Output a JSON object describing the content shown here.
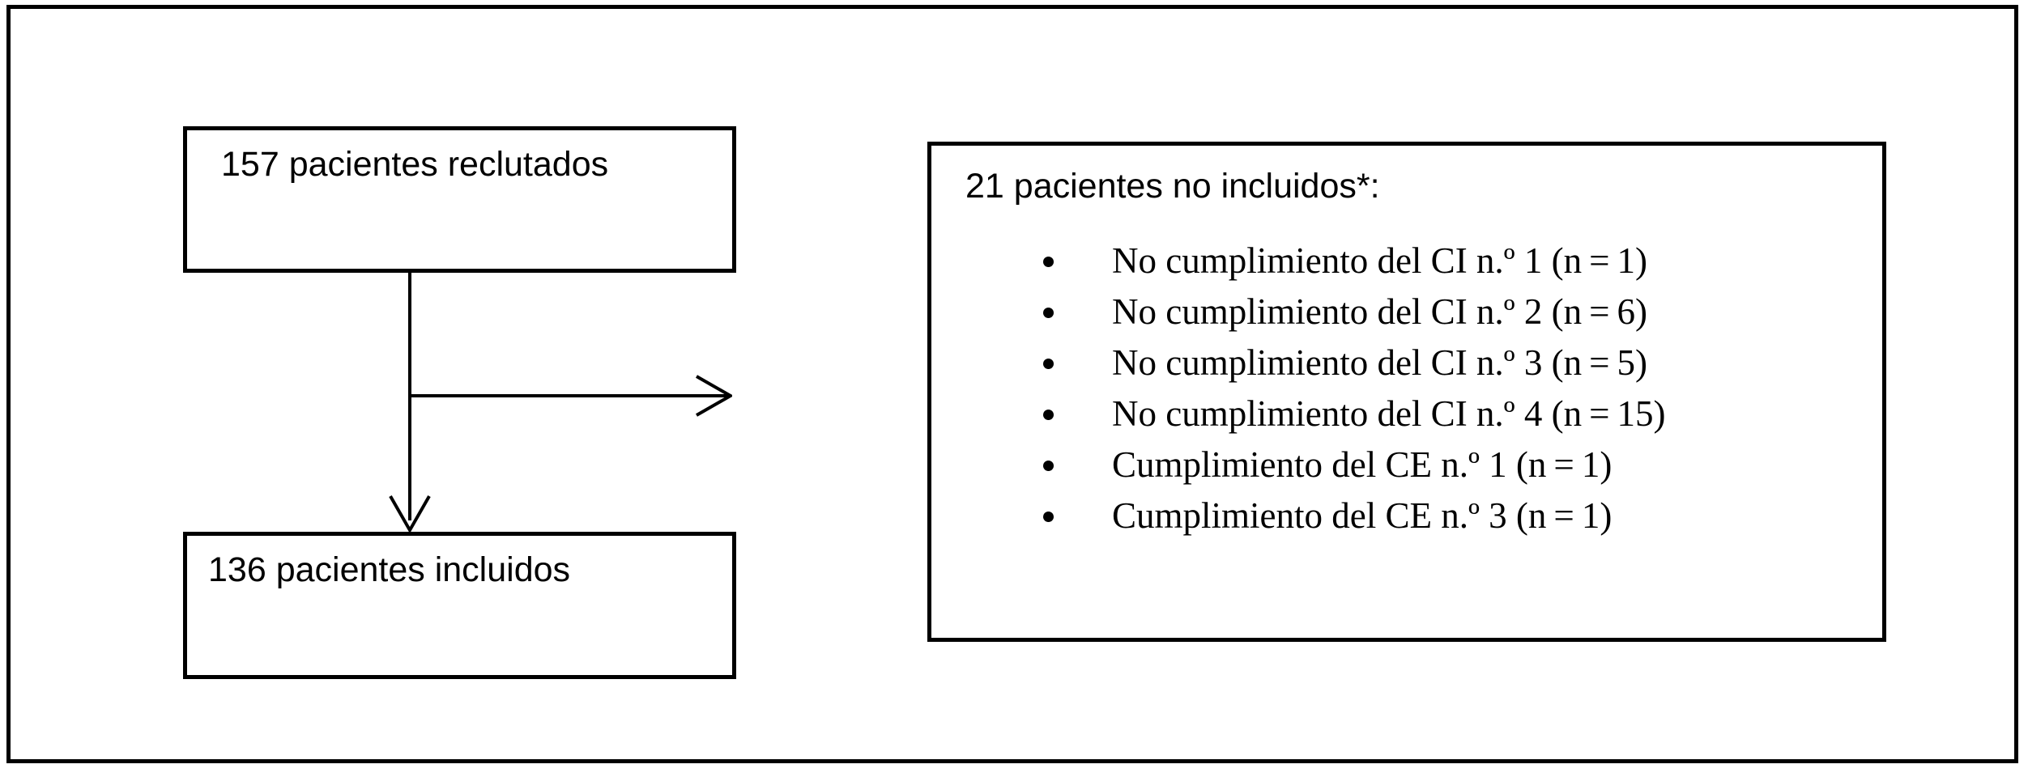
{
  "figure": {
    "type": "patient-flow-diagram",
    "language": "es",
    "border_color": "#000000",
    "background_color": "#ffffff"
  },
  "boxes": {
    "recruited": {
      "label": "157 pacientes reclutados",
      "count": 157
    },
    "included": {
      "label": "136 pacientes incluidos",
      "count": 136
    },
    "excluded": {
      "title": "21 pacientes no incluidos*:",
      "count": 21,
      "reasons": [
        {
          "text": "No cumplimiento del CI n.º 1 (n = 1)",
          "criterion": "CI",
          "number": 1,
          "n": 1
        },
        {
          "text": "No cumplimiento del CI n.º 2 (n = 6)",
          "criterion": "CI",
          "number": 2,
          "n": 6
        },
        {
          "text": "No cumplimiento del CI n.º 3 (n = 5)",
          "criterion": "CI",
          "number": 3,
          "n": 5
        },
        {
          "text": "No cumplimiento del CI n.º 4 (n = 15)",
          "criterion": "CI",
          "number": 4,
          "n": 15
        },
        {
          "text": "Cumplimiento del CE n.º 1 (n = 1)",
          "criterion": "CE",
          "number": 1,
          "n": 1
        },
        {
          "text": "Cumplimiento del CE n.º 3 (n = 1)",
          "criterion": "CE",
          "number": 3,
          "n": 1
        }
      ]
    }
  },
  "connectors": {
    "down_arrow": "arrow-down-icon",
    "right_arrow": "arrow-right-icon"
  }
}
